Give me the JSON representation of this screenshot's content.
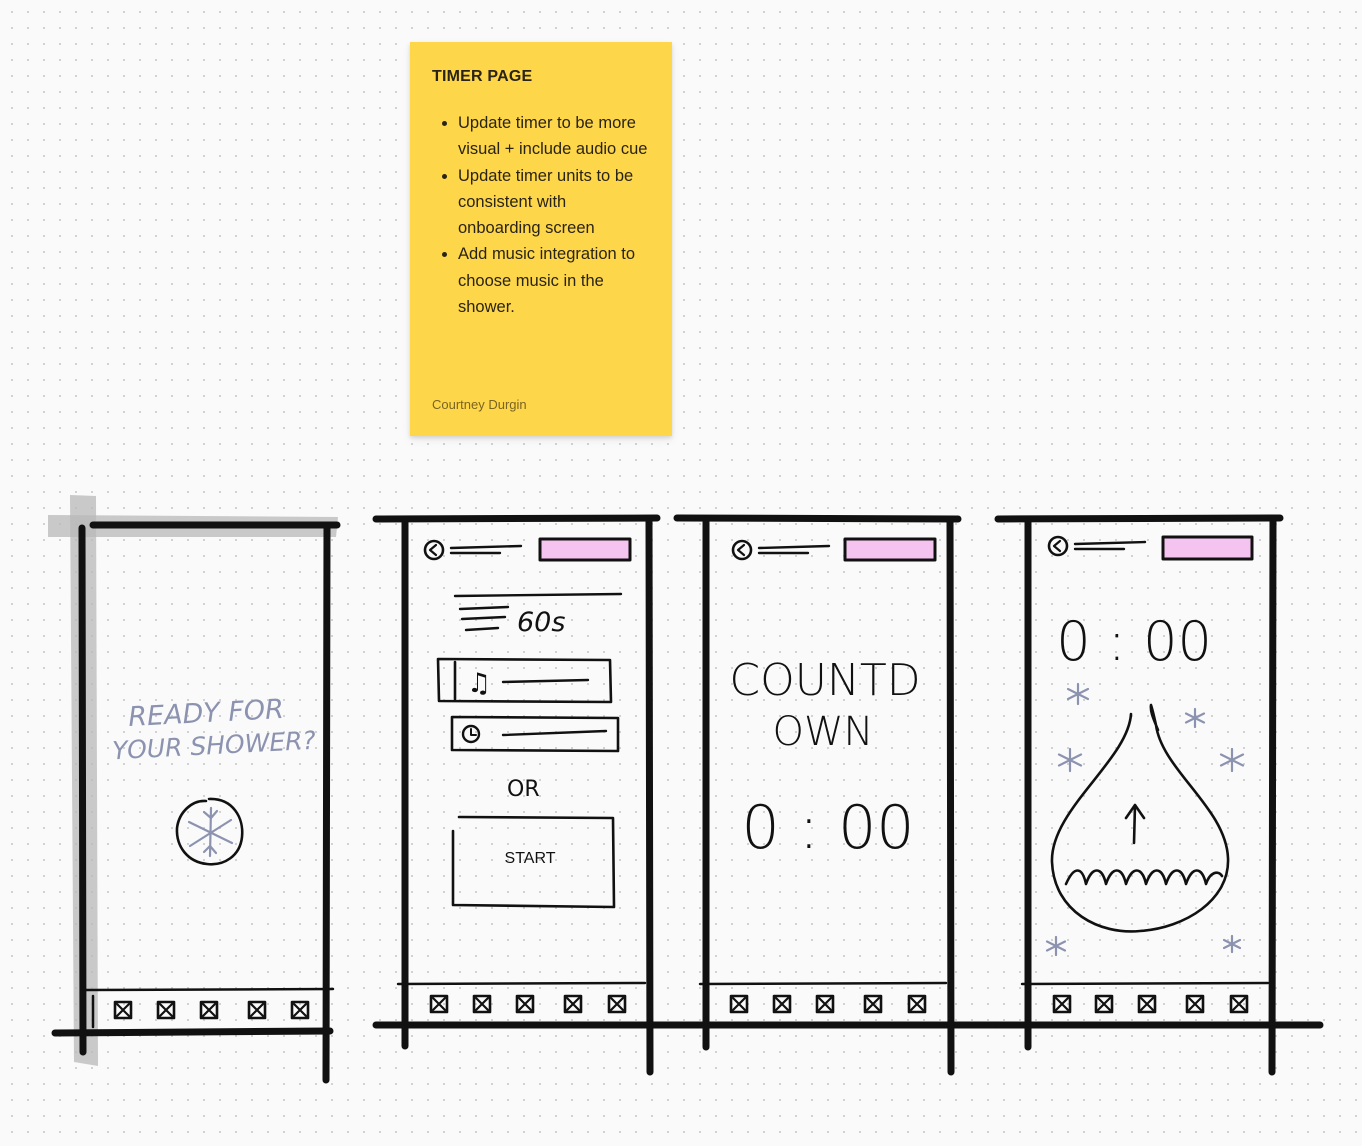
{
  "sticky_note": {
    "title": "TIMER  PAGE",
    "items": [
      "Update timer to be more visual + include audio cue",
      "Update timer units to be consistent with onboarding screen",
      "Add music integration to choose music in the shower."
    ],
    "author": "Courtney Durgin"
  },
  "sketches": {
    "screen1": {
      "line1": "READY FOR",
      "line2": "YOUR SHOWER?"
    },
    "screen2": {
      "duration": "60s",
      "or": "OR",
      "start": "START"
    },
    "screen3": {
      "line1": "COUNTD",
      "line2": "OWN",
      "time": "0 : 00"
    },
    "screen4": {
      "time": "0 : 00"
    }
  },
  "colors": {
    "sticky": "#fed649",
    "ink": "#111111",
    "pencil": "#8c93b0",
    "highlight": "#f5c3f0",
    "tape": "#bdbdbd"
  }
}
